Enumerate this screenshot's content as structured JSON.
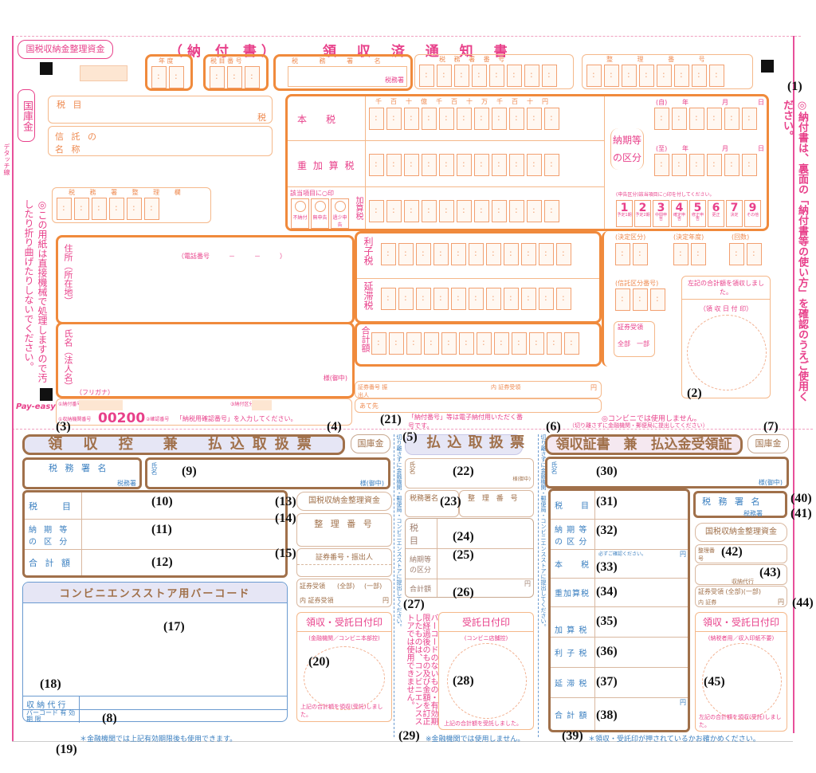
{
  "header": {
    "fund_label": "国税収納金整理資金",
    "doc_kind": "（納 付 書）",
    "doc_title": "領 収 済 通 知 書",
    "kokko": "国庫金"
  },
  "top_fields": {
    "nendo": "年 度",
    "zeimoku_no": "税 目 番 号",
    "zeimusho_name": "税 務 署 名",
    "zeimusho_suffix": "税務署",
    "zeimusho_no": "税 務 署 番 号",
    "seiri_no": "整 理 番 号"
  },
  "left_fields": {
    "zeimoku": "税 目",
    "zei_suffix": "税",
    "shintaku": "信 託 の 名 称",
    "seiri_ran": "税 務 署 整 理 欄",
    "address": "住所（所在地）",
    "phone": "（電話番号　　　－　　　－　　　）",
    "name": "氏名（法人名）",
    "sama": "様(御中)",
    "furigana": "（フリガナ）",
    "detach": "デタッチ線"
  },
  "amounts": {
    "digits": [
      "千",
      "百",
      "十",
      "億",
      "千",
      "百",
      "十",
      "万",
      "千",
      "百",
      "十",
      "円"
    ],
    "honzei": "本　　税",
    "jukasan": "重 加 算 税",
    "check_note": "該当項目に○印",
    "kasan_opts": [
      "不納付",
      "無申告",
      "過少申告"
    ],
    "kasanzei": "加算税",
    "rishi": "利子税",
    "entai": "延滞税",
    "total": "合計額"
  },
  "period": {
    "label": "納期等の区分",
    "from": "(自)",
    "to": "(至)",
    "year": "年",
    "month": "月",
    "day": "日",
    "shinkoku_note": "(申告区分)該当項目に○印を付してください。",
    "kubun": [
      {
        "n": "1",
        "t": "予定1期"
      },
      {
        "n": "2",
        "t": "予定2期"
      },
      {
        "n": "3",
        "t": "中間申告"
      },
      {
        "n": "4",
        "t": "確定申告"
      },
      {
        "n": "5",
        "t": "修正申告"
      },
      {
        "n": "6",
        "t": "更正"
      },
      {
        "n": "7",
        "t": "決定"
      },
      {
        "n": "9",
        "t": "その他"
      }
    ]
  },
  "misc": {
    "kettei_kubun": "(決定区分)",
    "kettei_nendo": "(決定年度)",
    "kaisu": "(回数)",
    "shintaku_kubun": "(信託区分番号)",
    "shoken": "証券受領",
    "zenbu": "全部",
    "ichibu": "一部",
    "received": "左記の合計額を領収しました。",
    "ryoshu_hizuke": "（領 収 日 付 印）",
    "shoken_no": "証券番号 振出人",
    "uchi_shoken": "内 証券受領",
    "yen": "円",
    "atesaki": "あて先",
    "note_top": "◎納付書は、裏面の「納付書等の使い方」を確認のうえご使用ください。",
    "note_left": "◎この用紙は直接機械で処理しますので汚したり折り曲げたりしないでください。",
    "nofu_no_label": "①納付番号",
    "kikan_label": "①収納機関番号",
    "kikan_no": "00200",
    "kakunin_label": "②確認番号",
    "kakunin_hint": "「納税用確認番号」を入力してください。",
    "kubun_label": "③納付区分",
    "payeasy": "Pay-easy",
    "nofu_note": "「納付番号」等は電子納付用いただく番号です。",
    "conv_note": "◎コンビニでは使用しません。",
    "conv_note2": "（切り離さずに金融機関・郵便局に提出してください）"
  },
  "stub1": {
    "title": "領 収 控　兼　払込取扱票",
    "kokko": "国庫金",
    "zeimusho": "税 務 署 名",
    "zeimusho_suffix": "税務署",
    "name": "氏名",
    "sama": "様(御中)",
    "rows": [
      "税　　目",
      "納 期 等 の 区 分",
      "合 計 額"
    ],
    "fund": "国税収納金整理資金",
    "seiri": "整 理 番 号",
    "shoken": "証券番号・振出人",
    "shoken_ryo": "証券受領",
    "zenbu": "(全部)",
    "ichibu": "(一部)",
    "uchi": "内 証券受領",
    "yen": "円",
    "stamp_title": "領収・受託日付印",
    "stamp_sub": "(金融機関／コンビニ本部控)",
    "stamp_foot": "上記の合計額を領収(受託)しました。",
    "barcode_title": "コンビニエンスストア用バーコード",
    "shuno": "収 納 代 行",
    "barcode_exp": "バーコード 有 効 期 限",
    "foot": "＊金融機関では上記有効期限後も使用できます。"
  },
  "stub2": {
    "title": "払 込 取 扱 票",
    "name": "氏名",
    "sama": "様(御中)",
    "zeimusho": "税務署名",
    "seiri": "整 理 番 号",
    "rows": [
      "税　目",
      "納期等の区分",
      "合計額"
    ],
    "yen": "円",
    "warning": "バーコードのないもの・有効期限経過後のもの及び金額を訂正したものは、コンビニエンスストアでは使用できません。",
    "stamp_title": "受託日付印",
    "stamp_sub": "(コンビニ店舗控)",
    "stamp_foot": "上記の合計額を受託しました。",
    "foot": "※金融機関では使用しません。",
    "cut": "切り離さずに金融機関・郵便局・コンビニエンスストアに提出してください。"
  },
  "stub3": {
    "title": "領収証書　兼　払込金受領証",
    "kokko": "国庫金",
    "name": "氏名",
    "sama": "様(御中)",
    "rows": [
      "税　　目",
      "納 期 等 の 区 分",
      "本　　税",
      "重加算税",
      "加 算 税",
      "利 子 税",
      "延 滞 税",
      "合 計 額"
    ],
    "check": "必ずご確認ください。",
    "yen": "円",
    "zeimusho": "税 務 署 名",
    "zeimusho_suffix": "税務署",
    "fund": "国税収納金整理資金",
    "seiri": "整理番号",
    "shuno": "収納代行",
    "shoken": "証券受領 (全部)(一部)",
    "uchi": "内 証券",
    "stamp_title": "領収・受託日付印",
    "stamp_sub": "(納税者用／収入印紙不要)",
    "stamp_foot": "左記の合計額を領収(受託)しました。",
    "foot": "＊領収・受託印が押されているかお確かめください。"
  },
  "annotations": [
    "(1)",
    "(2)",
    "(3)",
    "(4)",
    "(5)",
    "(6)",
    "(7)",
    "(8)",
    "(9)",
    "(10)",
    "(11)",
    "(12)",
    "(13)",
    "(14)",
    "(15)",
    "(17)",
    "(18)",
    "(19)",
    "(20)",
    "(21)",
    "(22)",
    "(23)",
    "(24)",
    "(25)",
    "(26)",
    "(27)",
    "(28)",
    "(29)",
    "(30)",
    "(31)",
    "(32)",
    "(33)",
    "(34)",
    "(35)",
    "(36)",
    "(37)",
    "(38)",
    "(39)",
    "(40)",
    "(41)",
    "(42)",
    "(43)",
    "(44)",
    "(45)"
  ]
}
